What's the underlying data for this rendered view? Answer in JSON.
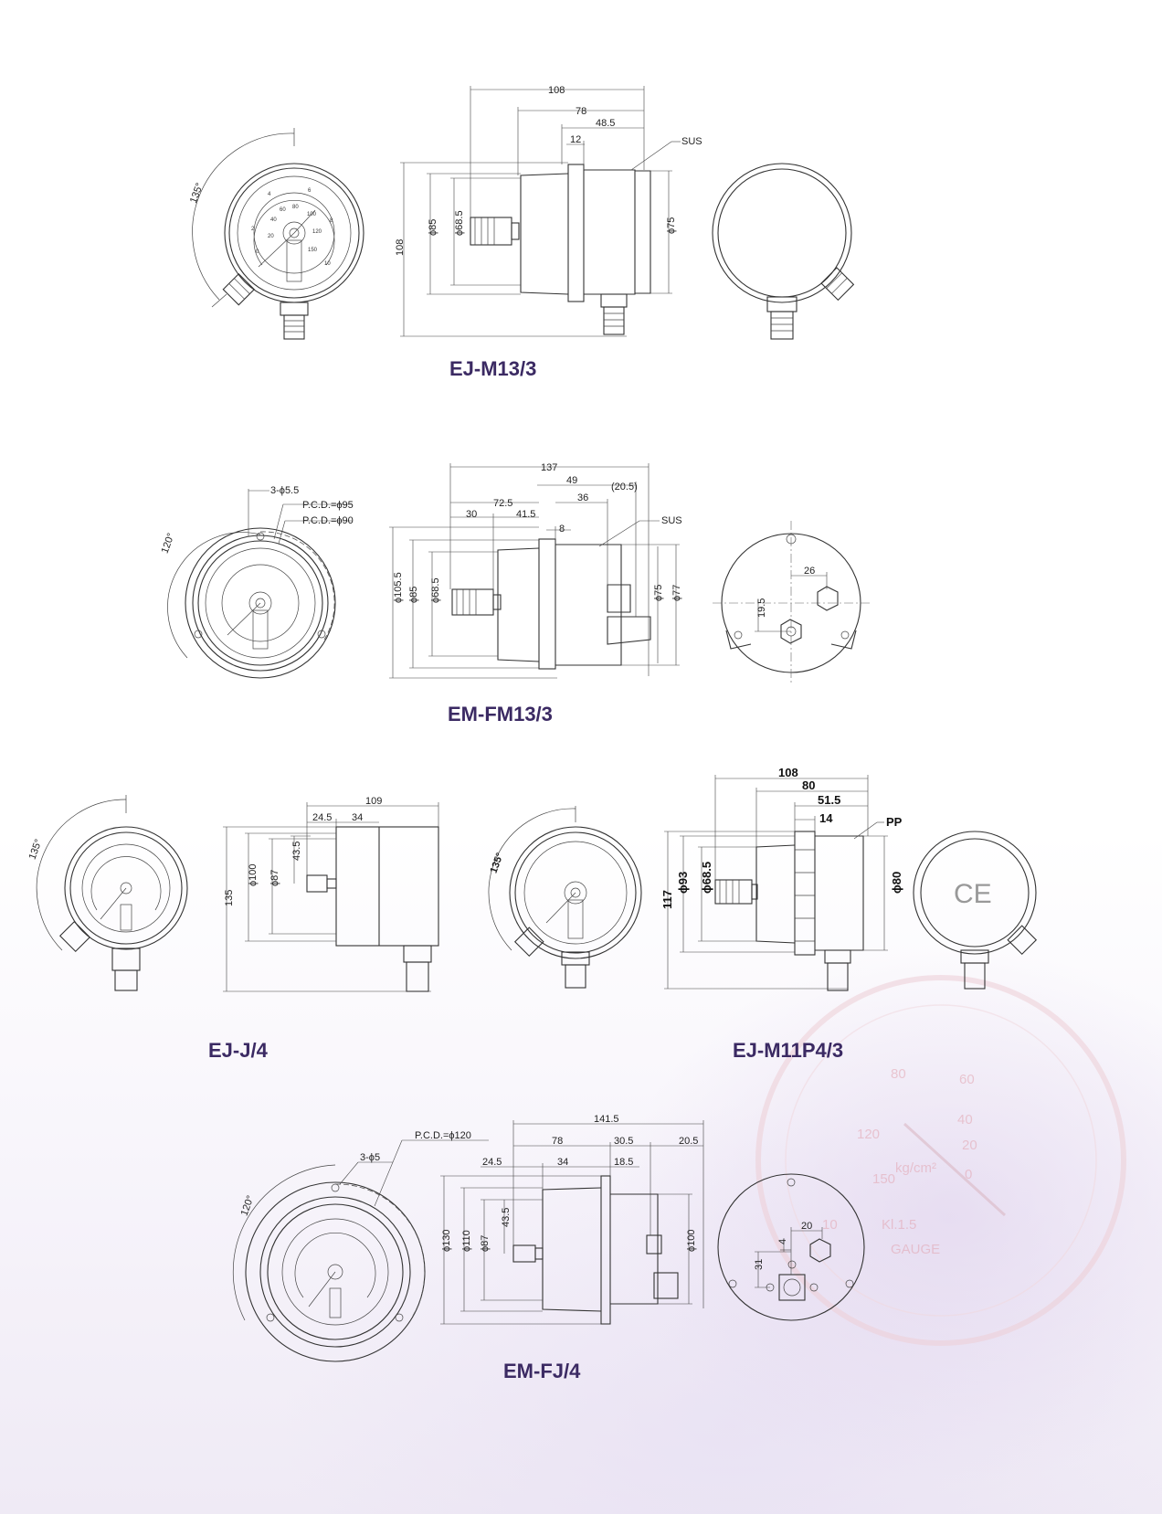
{
  "models": [
    {
      "id": "m1",
      "label": "EJ-M13/3",
      "dims": {
        "d108": "108",
        "d78": "78",
        "d48_5": "48.5",
        "d12": "12",
        "sus": "SUS",
        "h108": "108",
        "phi85": "ϕ85",
        "phi68_5": "ϕ68.5",
        "phi75": "ϕ75",
        "ang": "135°"
      },
      "dial": {
        "outer": [
          "0",
          "2",
          "4",
          "6",
          "8",
          "10"
        ],
        "inner": [
          "20",
          "40",
          "60",
          "80",
          "100",
          "120",
          "150"
        ]
      }
    },
    {
      "id": "m2",
      "label": "EM-FM13/3",
      "dims": {
        "d137": "137",
        "d49": "49",
        "d20_5": "(20.5)",
        "d72_5": "72.5",
        "d36": "36",
        "d30": "30",
        "d41_5": "41.5",
        "d8": "8",
        "sus": "SUS",
        "holes": "3-ϕ5.5",
        "pcd95": "P.C.D.=ϕ95",
        "pcd90": "P.C.D.=ϕ90",
        "phi105_5": "ϕ105.5",
        "phi85": "ϕ85",
        "phi68_5": "ϕ68.5",
        "phi75": "ϕ75",
        "phi77": "ϕ77",
        "ang": "120°",
        "d26": "26",
        "d19_5": "19.5"
      }
    },
    {
      "id": "m3",
      "label": "EJ-J/4",
      "dims": {
        "d109": "109",
        "d24_5": "24.5",
        "d34": "34",
        "d43_5": "43.5",
        "h135": "135",
        "phi100": "ϕ100",
        "phi87": "ϕ87",
        "ang": "135°"
      }
    },
    {
      "id": "m4",
      "label": "EJ-M11P4/3",
      "dims": {
        "d108": "108",
        "d80": "80",
        "d51_5": "51.5",
        "d14": "14",
        "pp": "PP",
        "h117": "117",
        "phi93": "ϕ93",
        "phi68_5": "ϕ68.5",
        "phi80": "ϕ80",
        "ang": "135°",
        "ce": "CE"
      }
    },
    {
      "id": "m5",
      "label": "EM-FJ/4",
      "dims": {
        "pcd120": "P.C.D.=ϕ120",
        "holes": "3-ϕ5",
        "d141_5": "141.5",
        "d78": "78",
        "d30_5": "30.5",
        "d20_5": "20.5",
        "d24_5": "24.5",
        "d34": "34",
        "d18_5": "18.5",
        "phi130": "ϕ130",
        "phi110": "ϕ110",
        "phi87": "ϕ87",
        "d43_5": "43.5",
        "phi100": "ϕ100",
        "ang": "120°",
        "d20": "20",
        "d4": "4",
        "d31": "31"
      }
    }
  ],
  "watermark": {
    "labels": [
      "80",
      "60",
      "40",
      "20",
      "0",
      "120",
      "150",
      "10",
      "kg/cm²",
      "Kl.1.5",
      "GAUGE"
    ]
  },
  "colors": {
    "model_label": "#3b2a63",
    "line": "#333333"
  }
}
